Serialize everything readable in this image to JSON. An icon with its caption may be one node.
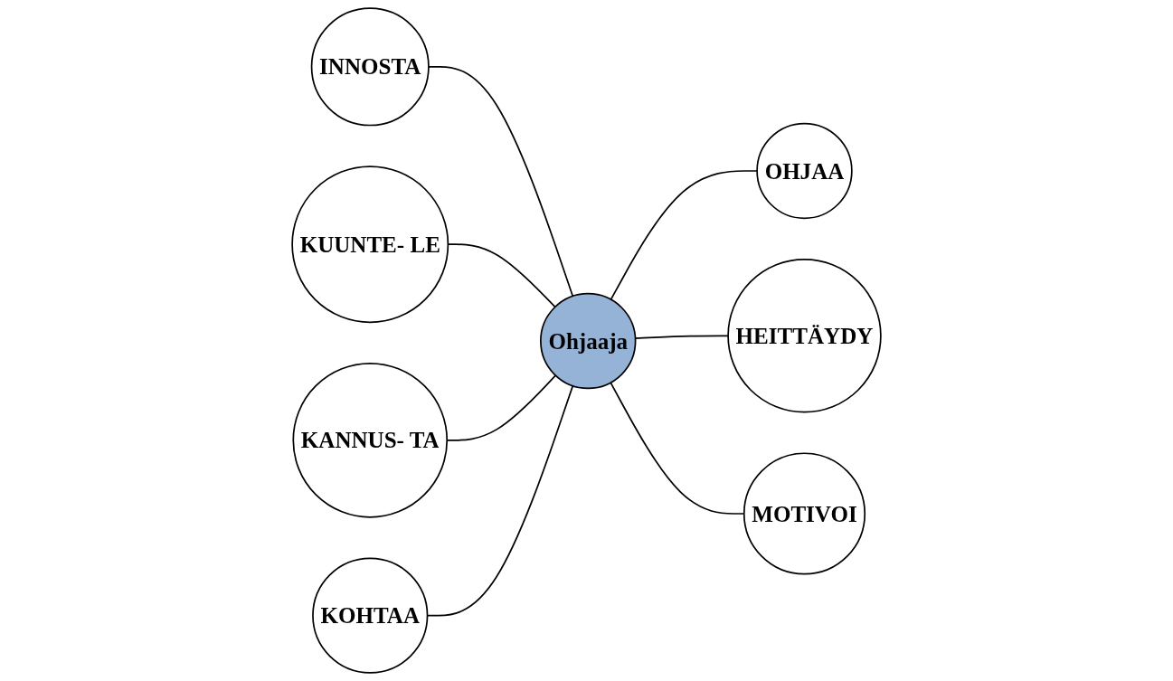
{
  "diagram": {
    "nodes": [
      {
        "text": [
          "KOHTAA"
        ]
      },
      {
        "text": [
          "INNOSTA"
        ]
      },
      {
        "text": [
          "OHJAA"
        ]
      },
      {
        "text": [
          "Ohjaaja"
        ]
      },
      {
        "text": [
          "HEITTÄYDY"
        ]
      },
      {
        "text": [
          "KUUNTE- LE"
        ]
      },
      {
        "text": [
          "MOTIVOI"
        ]
      },
      {
        "text": [
          "KANNUS- TA"
        ]
      }
    ],
    "edges": [
      {
        "from": 1,
        "to": 3,
        "arrow": "none"
      },
      {
        "from": 5,
        "to": 3,
        "arrow": "none"
      },
      {
        "from": 7,
        "to": 3,
        "arrow": "none"
      },
      {
        "from": 0,
        "to": 3,
        "arrow": "none"
      },
      {
        "from": 3,
        "to": 2,
        "arrow": "none"
      },
      {
        "from": 3,
        "to": 4,
        "arrow": "none"
      },
      {
        "from": 3,
        "to": 6,
        "arrow": "none"
      }
    ]
  }
}
